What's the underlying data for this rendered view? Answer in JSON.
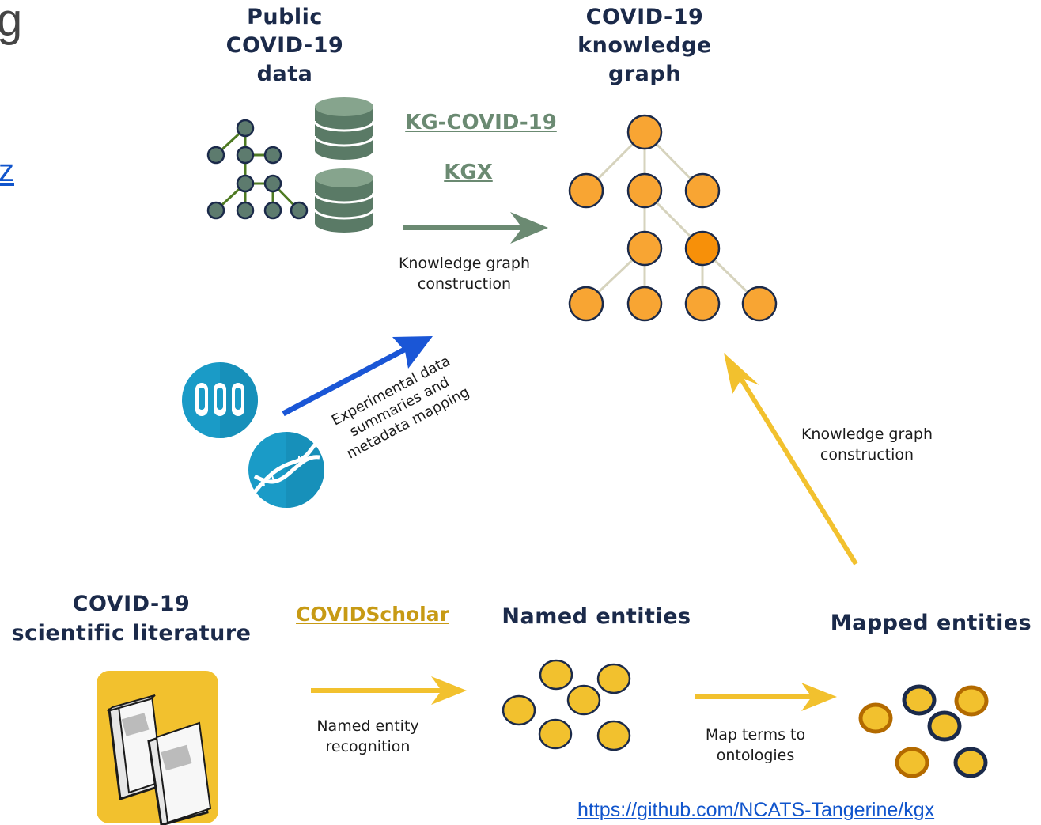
{
  "partial": {
    "top_left_letter": "g",
    "left_link_letter": "z"
  },
  "titles": {
    "public_data": [
      "Public",
      "COVID-19",
      "data"
    ],
    "knowledge_graph": [
      "COVID-19",
      "knowledge",
      "graph"
    ],
    "literature": [
      "COVID-19",
      "scientific literature"
    ],
    "named_entities": "Named entities",
    "mapped_entities": "Mapped entities"
  },
  "tools": {
    "kg_covid": "KG-COVID-19",
    "kgx": "KGX",
    "covidscholar": "COVIDScholar"
  },
  "captions": {
    "kg_construction_top": [
      "Knowledge graph",
      "construction"
    ],
    "kg_construction_right": [
      "Knowledge graph",
      "construction"
    ],
    "experimental": [
      "Experimental data",
      "summaries and",
      "metadata mapping"
    ],
    "ner": [
      "Named entity",
      "recognition"
    ],
    "map_terms": [
      "Map terms to",
      "ontologies"
    ]
  },
  "footer": {
    "url": "https://github.com/NCATS-Tangerine/kgx"
  },
  "colors": {
    "navy": "#1b2a4a",
    "green_gray": "#6b8a72",
    "orange": "#f8a533",
    "yellow": "#f2c12e",
    "blue_arrow": "#1a56d6",
    "teal": "#1a9bc7",
    "gold_link": "#c79a14"
  }
}
